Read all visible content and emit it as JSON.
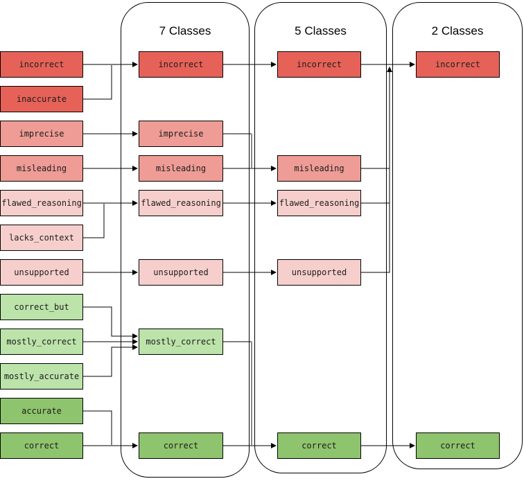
{
  "headers": [
    {
      "title": "7 Classes"
    },
    {
      "title": "5 Classes"
    },
    {
      "title": "2 Classes"
    }
  ],
  "colors": {
    "red": "#e66258",
    "pink": "#ee9c95",
    "light_pink": "#f6cfcc",
    "light_green": "#bce3aa",
    "green": "#8ec46d",
    "box_border": "#000000",
    "edge": "#000000",
    "edge_muted": "#8a8a8a",
    "text": "#1c1c1c",
    "background": "#ffffff"
  },
  "nodes": [
    {
      "uid": "src.incorrect",
      "column": "src",
      "row": 0,
      "label": "incorrect",
      "color": "red"
    },
    {
      "uid": "src.inaccurate",
      "column": "src",
      "row": 1,
      "label": "inaccurate",
      "color": "red"
    },
    {
      "uid": "src.imprecise",
      "column": "src",
      "row": 2,
      "label": "imprecise",
      "color": "pink"
    },
    {
      "uid": "src.misleading",
      "column": "src",
      "row": 3,
      "label": "misleading",
      "color": "pink"
    },
    {
      "uid": "src.flawed_reasoning",
      "column": "src",
      "row": 4,
      "label": "flawed_reasoning",
      "color": "light_pink"
    },
    {
      "uid": "src.lacks_context",
      "column": "src",
      "row": 5,
      "label": "lacks_context",
      "color": "light_pink"
    },
    {
      "uid": "src.unsupported",
      "column": "src",
      "row": 6,
      "label": "unsupported",
      "color": "light_pink"
    },
    {
      "uid": "src.correct_but",
      "column": "src",
      "row": 7,
      "label": "correct_but",
      "color": "light_green"
    },
    {
      "uid": "src.mostly_correct",
      "column": "src",
      "row": 8,
      "label": "mostly_correct",
      "color": "light_green"
    },
    {
      "uid": "src.mostly_accurate",
      "column": "src",
      "row": 9,
      "label": "mostly_accurate",
      "color": "light_green"
    },
    {
      "uid": "src.accurate",
      "column": "src",
      "row": 10,
      "label": "accurate",
      "color": "green"
    },
    {
      "uid": "src.correct",
      "column": "src",
      "row": 11,
      "label": "correct",
      "color": "green"
    },
    {
      "uid": "c7.incorrect",
      "column": "c7",
      "row": 0,
      "label": "incorrect",
      "color": "red"
    },
    {
      "uid": "c7.imprecise",
      "column": "c7",
      "row": 2,
      "label": "imprecise",
      "color": "pink"
    },
    {
      "uid": "c7.misleading",
      "column": "c7",
      "row": 3,
      "label": "misleading",
      "color": "pink"
    },
    {
      "uid": "c7.flawed_reasoning",
      "column": "c7",
      "row": 4,
      "label": "flawed_reasoning",
      "color": "light_pink"
    },
    {
      "uid": "c7.unsupported",
      "column": "c7",
      "row": 6,
      "label": "unsupported",
      "color": "light_pink"
    },
    {
      "uid": "c7.mostly_correct",
      "column": "c7",
      "row": 8,
      "label": "mostly_correct",
      "color": "light_green"
    },
    {
      "uid": "c7.correct",
      "column": "c7",
      "row": 11,
      "label": "correct",
      "color": "green"
    },
    {
      "uid": "c5.incorrect",
      "column": "c5",
      "row": 0,
      "label": "incorrect",
      "color": "red"
    },
    {
      "uid": "c5.misleading",
      "column": "c5",
      "row": 3,
      "label": "misleading",
      "color": "pink"
    },
    {
      "uid": "c5.flawed_reasoning",
      "column": "c5",
      "row": 4,
      "label": "flawed_reasoning",
      "color": "light_pink"
    },
    {
      "uid": "c5.unsupported",
      "column": "c5",
      "row": 6,
      "label": "unsupported",
      "color": "light_pink"
    },
    {
      "uid": "c5.correct",
      "column": "c5",
      "row": 11,
      "label": "correct",
      "color": "green"
    },
    {
      "uid": "c2.incorrect",
      "column": "c2",
      "row": 0,
      "label": "incorrect",
      "color": "red"
    },
    {
      "uid": "c2.correct",
      "column": "c2",
      "row": 11,
      "label": "correct",
      "color": "green"
    }
  ],
  "edges": [
    {
      "from": "src.incorrect",
      "to": "c7.incorrect"
    },
    {
      "from": "src.inaccurate",
      "to": "c7.incorrect"
    },
    {
      "from": "src.imprecise",
      "to": "c7.imprecise"
    },
    {
      "from": "src.misleading",
      "to": "c7.misleading"
    },
    {
      "from": "src.flawed_reasoning",
      "to": "c7.flawed_reasoning"
    },
    {
      "from": "src.lacks_context",
      "to": "c7.flawed_reasoning"
    },
    {
      "from": "src.unsupported",
      "to": "c7.unsupported"
    },
    {
      "from": "src.correct_but",
      "to": "c7.mostly_correct"
    },
    {
      "from": "src.mostly_correct",
      "to": "c7.mostly_correct"
    },
    {
      "from": "src.mostly_accurate",
      "to": "c7.mostly_correct"
    },
    {
      "from": "src.accurate",
      "to": "c7.correct"
    },
    {
      "from": "src.correct",
      "to": "c7.correct"
    },
    {
      "from": "c7.incorrect",
      "to": "c5.incorrect"
    },
    {
      "from": "c7.imprecise",
      "to": "c5.misleading"
    },
    {
      "from": "c7.misleading",
      "to": "c5.misleading"
    },
    {
      "from": "c7.flawed_reasoning",
      "to": "c5.flawed_reasoning"
    },
    {
      "from": "c7.unsupported",
      "to": "c5.unsupported"
    },
    {
      "from": "c7.mostly_correct",
      "to": "c5.correct"
    },
    {
      "from": "c7.correct",
      "to": "c5.correct"
    },
    {
      "from": "c5.incorrect",
      "to": "c2.incorrect"
    },
    {
      "from": "c5.misleading",
      "to": "c2.incorrect"
    },
    {
      "from": "c5.flawed_reasoning",
      "to": "c2.incorrect"
    },
    {
      "from": "c5.unsupported",
      "to": "c2.incorrect"
    },
    {
      "from": "c5.correct",
      "to": "c2.correct"
    }
  ]
}
